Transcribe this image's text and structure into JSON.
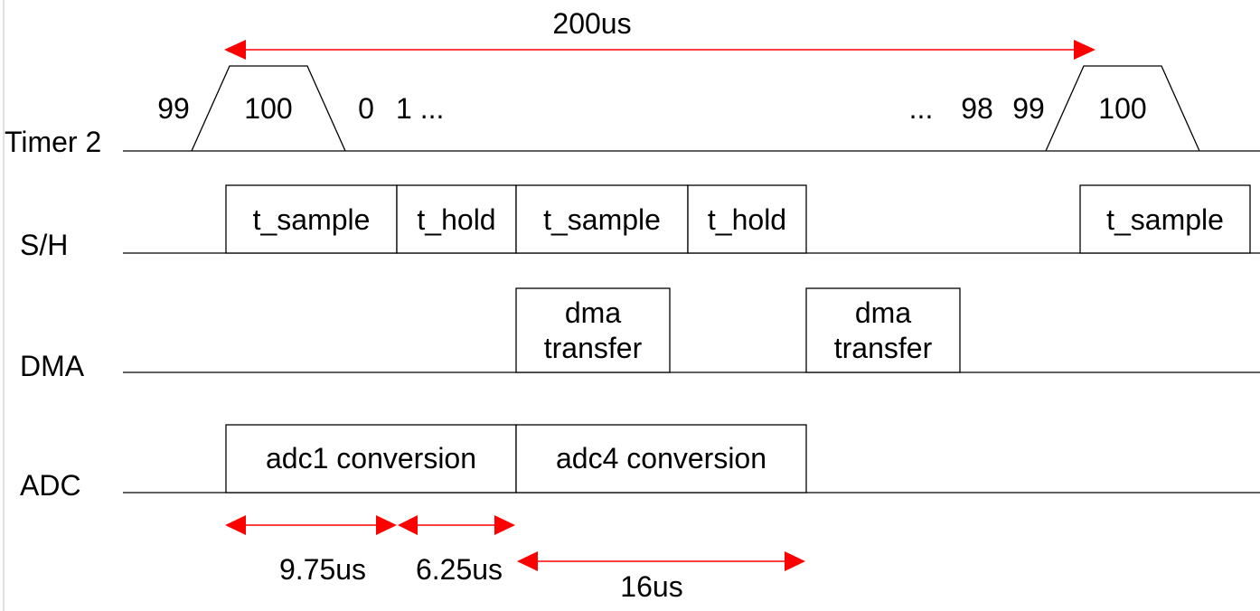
{
  "rows": {
    "timer": "Timer 2",
    "sh": "S/H",
    "dma": "DMA",
    "adc": "ADC"
  },
  "period_label": "200us",
  "timer_counts": {
    "c1": "99",
    "c2": "100",
    "c3": "0",
    "c4": "1 ...",
    "c5": "...",
    "c6": "98",
    "c7": "99",
    "c8": "100"
  },
  "sh_blocks": {
    "b1": "t_sample",
    "b2": "t_hold",
    "b3": "t_sample",
    "b4": "t_hold",
    "b5": "t_sample"
  },
  "dma_blocks": {
    "b1_line1": "dma",
    "b1_line2": "transfer",
    "b2_line1": "dma",
    "b2_line2": "transfer"
  },
  "adc_blocks": {
    "b1": "adc1 conversion",
    "b2": "adc4 conversion"
  },
  "durations": {
    "d1": "9.75us",
    "d2": "6.25us",
    "d3": "16us"
  },
  "colors": {
    "arrow": "#ff0000",
    "line": "#000000"
  }
}
